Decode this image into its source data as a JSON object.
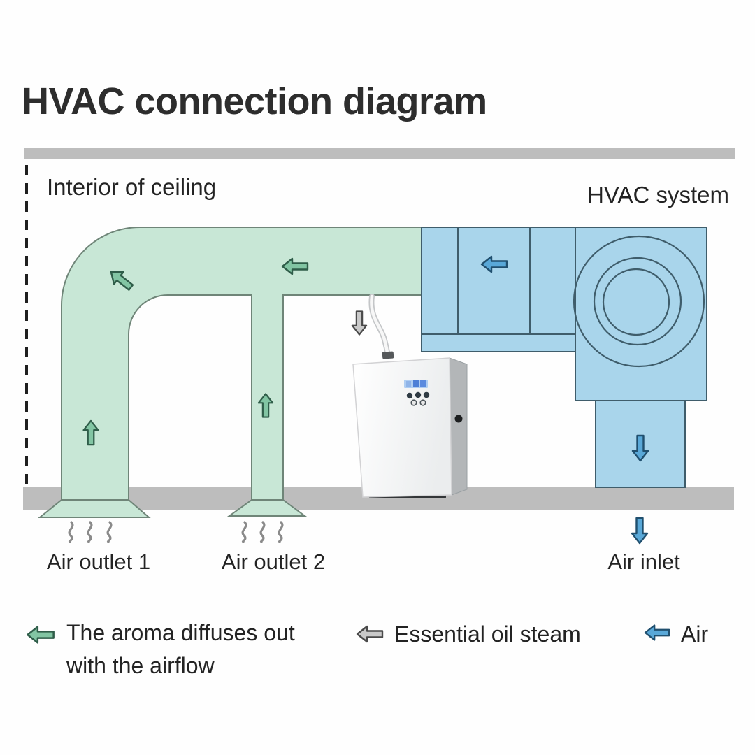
{
  "title": "HVAC connection diagram",
  "labels": {
    "interior_of_ceiling": "Interior of ceiling",
    "hvac_system": "HVAC system",
    "air_outlet_1": "Air outlet 1",
    "air_outlet_2": "Air outlet 2",
    "air_inlet": "Air inlet"
  },
  "legend": {
    "aroma_line1": "The aroma diffuses out",
    "aroma_line2": "with the airflow",
    "steam_label": "Essential oil steam",
    "air_label": "Air"
  },
  "colors": {
    "ceiling_bar": "#bdbdbd",
    "green_duct": "#c8e7d6",
    "green_arrow": "#82c5a3",
    "blue_duct": "#a9d5eb",
    "blue_arrow": "#59a8d8",
    "gray_arrow": "#c9c9c9"
  }
}
